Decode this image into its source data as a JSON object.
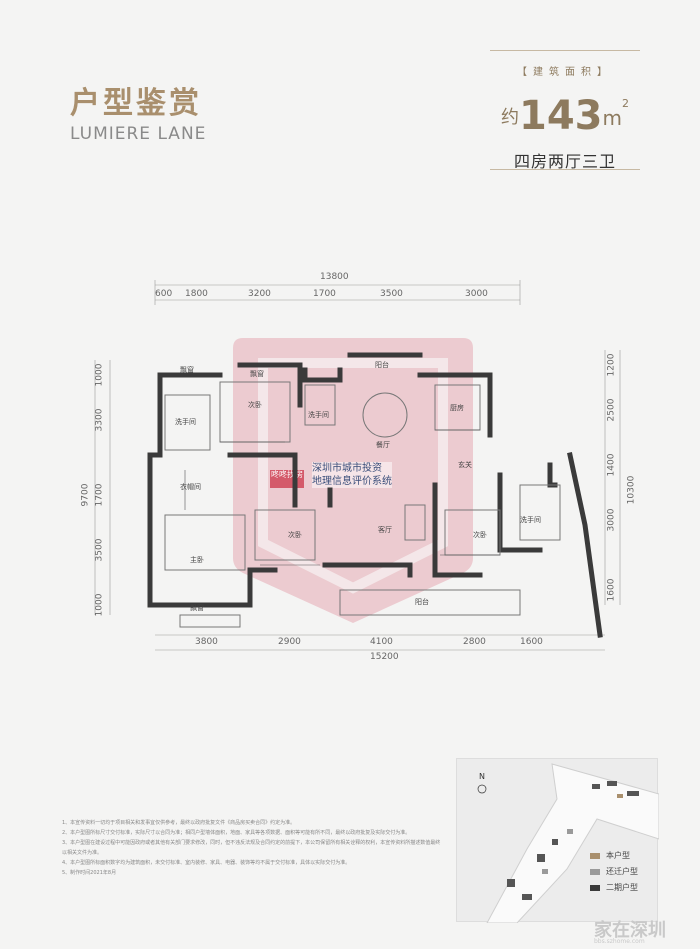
{
  "header": {
    "title_cn": "户型鉴赏",
    "title_en": "LUMIERE LANE"
  },
  "area": {
    "label": "【建筑面积】",
    "prefix": "约",
    "value": "143",
    "unit": "m",
    "sup": "2",
    "layout_type": "四房两厅三卫"
  },
  "dimensions": {
    "top_total": "13800",
    "top": [
      "600",
      "1800",
      "3200",
      "1700",
      "3500",
      "3000"
    ],
    "bottom": [
      "3800",
      "2900",
      "4100",
      "2800",
      "1600"
    ],
    "bottom_total": "15200",
    "left": [
      "1000",
      "3300",
      "1700",
      "3500",
      "1000"
    ],
    "left_total": "9700",
    "right": [
      "1200",
      "2500",
      "1400",
      "3000",
      "1600"
    ],
    "right_total": "10300"
  },
  "rooms": {
    "bay1": "飘窗",
    "bay2": "飘窗",
    "bedroom2": "次卧",
    "bedroom3": "次卧",
    "bedroom4": "次卧",
    "master": "主卧",
    "bath1": "洗手间",
    "bath2": "洗手间",
    "bath3": "洗手间",
    "closet": "衣帽间",
    "dining": "餐厅",
    "living": "客厅",
    "kitchen": "厨房",
    "entrance": "玄关",
    "balcony": "阳台",
    "balcony2": "阳台",
    "bay3": "飘窗"
  },
  "watermark": {
    "logo": "咚咚找房",
    "line1": "深圳市城市投资",
    "line2": "地理信息评价系统"
  },
  "sitemap": {
    "north": "N",
    "legend": [
      "本户型",
      "还迁户型",
      "二期户型"
    ]
  },
  "colors": {
    "gold": "#a98f6d",
    "wall": "#3a3a3a",
    "legend_this": "#a98f6d",
    "legend_relocation": "#9a9a9a",
    "legend_phase2": "#3a3a3a"
  },
  "notes": [
    "1、本宣传资料一切均于项目相关和发事宜仅供参考，最终以政府批复文件《商品房买卖合同》约定为准。",
    "2、本户型图所标尺寸交付标准，实际尺寸以合同为准；相同户型墙体面积，地面、家具等各项数据、面积等可能有所不同，最终以政府批复及实际交付为准。",
    "3、本户型图在建设过程中可能因政府或者其他有关部门要求修改，同时，但不违反法规及合同约定的前提下，本公司保留所有相关诠释的权利，本宣传资料所描述数值最终以相关文件为准。",
    "4、本户型图所标面积数字均为建筑面积，未交付标准、室内装修、家具、电器、装饰等均不属于交付标准，具体以实际交付为准。",
    "5、制作时间2021年8月"
  ],
  "corner": {
    "logo": "家在深圳",
    "url": "bbs.szhome.com"
  }
}
